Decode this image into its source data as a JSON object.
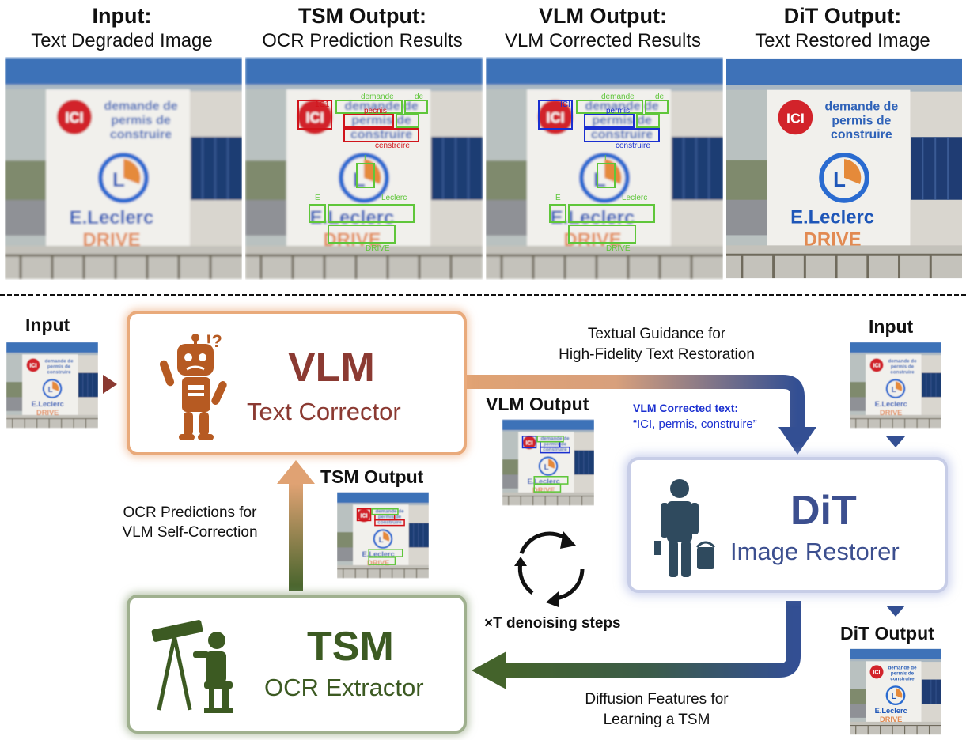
{
  "top_columns": [
    {
      "title": "Input:",
      "subtitle": "Text Degraded Image"
    },
    {
      "title": "TSM Output:",
      "subtitle": "OCR Prediction Results"
    },
    {
      "title": "VLM Output:",
      "subtitle": "VLM Corrected Results"
    },
    {
      "title": "DiT Output:",
      "subtitle": "Text Restored Image"
    }
  ],
  "sign": {
    "line1": "demande de",
    "line2": "permis de",
    "line3": "construire",
    "badge": "ICI",
    "logo_letter": "L",
    "brand": "E.Leclerc",
    "drive": "DRIVE"
  },
  "tsm_ocr_labels": {
    "ici": "1C1",
    "demande": "demande",
    "de1": "de",
    "permis": "pecnis",
    "construire": "censtreire",
    "l": "L",
    "e": "E",
    "leclerc": "Leclerc",
    "drive": "DRIVE"
  },
  "vlm_ocr_labels": {
    "ici": "ICI",
    "demande": "demande",
    "de1": "de",
    "permis": "permis",
    "construire": "construire",
    "l": "L",
    "e": "E",
    "leclerc": "Leclerc",
    "drive": "DRIVE"
  },
  "diagram": {
    "input_left": "Input",
    "input_right": "Input",
    "vlm_title": "VLM",
    "vlm_subtitle": "Text Corrector",
    "tsm_title": "TSM",
    "tsm_subtitle": "OCR Extractor",
    "dit_title": "DiT",
    "dit_subtitle": "Image Restorer",
    "guidance_line1": "Textual Guidance for",
    "guidance_line2": "High-Fidelity Text Restoration",
    "vlm_output_label": "VLM Output",
    "vlm_corrected_heading": "VLM Corrected text:",
    "vlm_corrected_text": "“ICI, permis,  construire”",
    "tsm_output_label": "TSM Output",
    "ocr_pred_line1": "OCR Predictions for",
    "ocr_pred_line2": "VLM Self-Correction",
    "denoise_label": "×T denoising steps",
    "diffusion_line1": "Diffusion Features for",
    "diffusion_line2": "Learning a TSM",
    "dit_output_label": "DiT Output",
    "robot_exclaim": "!?"
  },
  "colors": {
    "vlm_accent": "#8b3a32",
    "tsm_accent": "#3c5a22",
    "dit_accent": "#3c4f8f",
    "orange_arrow": "#e0a273",
    "blue_arrow": "#334f93",
    "green_arrow": "#44632b",
    "ocr_green": "#5fc63a",
    "ocr_red": "#d0141b",
    "ocr_blue": "#1a2fd0"
  }
}
